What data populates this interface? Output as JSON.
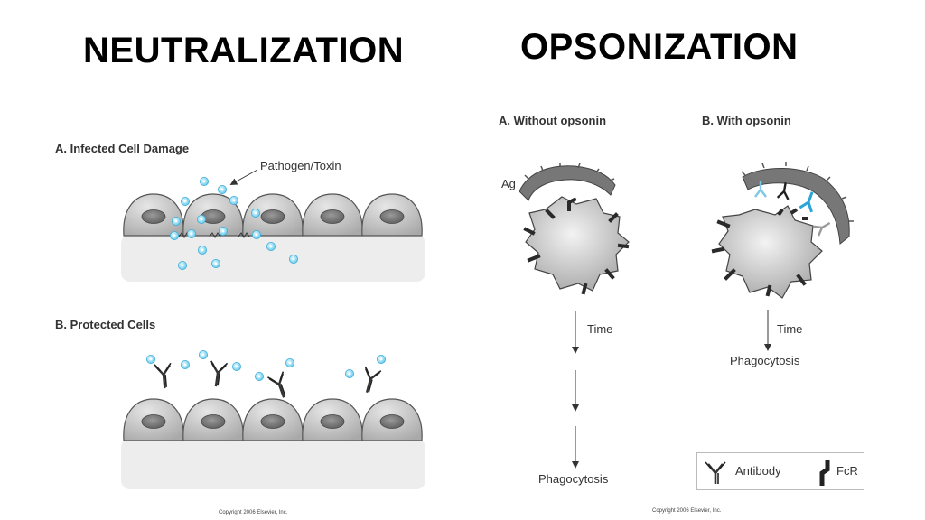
{
  "titles": {
    "left": "NEUTRALIZATION",
    "right": "OPSONIZATION"
  },
  "neutralization": {
    "panel_a_label": "A.  Infected Cell Damage",
    "pathogen_label": "Pathogen/Toxin",
    "panel_b_label": "B.  Protected Cells",
    "copyright": "Copyright 2006 Elsevier, Inc."
  },
  "opsonization": {
    "panel_a_label": "A.  Without opsonin",
    "panel_b_label": "B.  With opsonin",
    "ag_label": "Ag",
    "time_label_a": "Time",
    "time_label_b": "Time",
    "phagocytosis_a": "Phagocytosis",
    "phagocytosis_b": "Phagocytosis",
    "copyright": "Copyright 2006 Elsevier, Inc."
  },
  "legend": {
    "antibody": "Antibody",
    "fcr": "FcR"
  },
  "colors": {
    "pathogen": "#5bc6ea",
    "antibody_blue": "#2aa3d6",
    "cell_fill": "#c8c8c8",
    "tissue": "#ececec"
  }
}
